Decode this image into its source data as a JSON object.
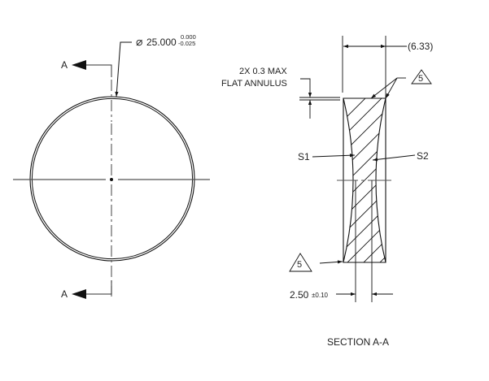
{
  "drawing": {
    "type": "engineering-drawing",
    "subject": "bi-concave lens",
    "front_view": {
      "section_marker_top": "A",
      "section_marker_bottom": "A",
      "diameter_symbol": "⌀",
      "diameter_value": "25.000",
      "diameter_tol_upper": "0.000",
      "diameter_tol_lower": "-0.025"
    },
    "section_view": {
      "reference_dim": "(6.33)",
      "annulus_note_line1": "2X 0.3 MAX",
      "annulus_note_line2": "FLAT ANNULUS",
      "surface_1": "S1",
      "surface_2": "S2",
      "note_flag_top": "5",
      "note_flag_bottom": "5",
      "center_thickness": "2.50",
      "center_thickness_tol": "±0.10",
      "title": "SECTION A-A"
    },
    "colors": {
      "line": "#111111",
      "centerline": "#555555",
      "text": "#222222",
      "background": "#ffffff"
    }
  }
}
